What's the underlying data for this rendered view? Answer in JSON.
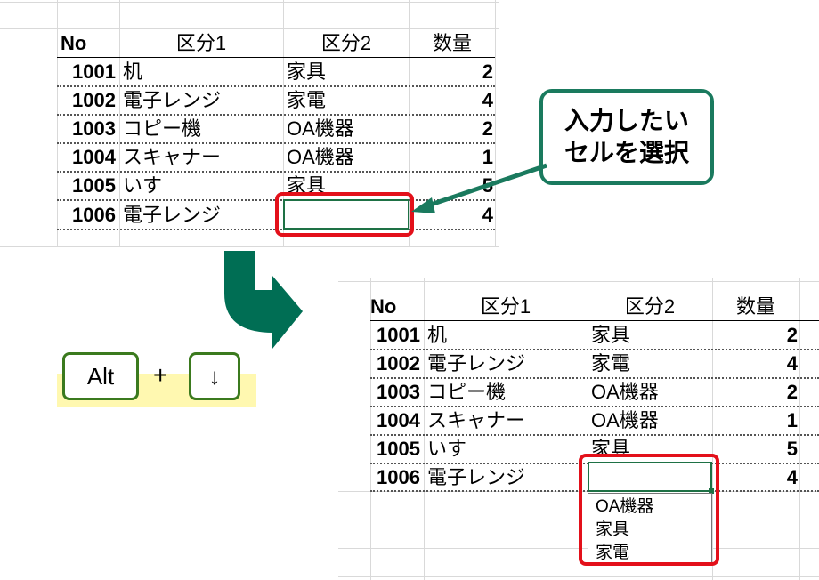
{
  "headers": {
    "no": "No",
    "cat1": "区分1",
    "cat2": "区分2",
    "qty": "数量"
  },
  "rows": [
    {
      "no": "1001",
      "cat1": "机",
      "cat2": "家具",
      "qty": "2"
    },
    {
      "no": "1002",
      "cat1": "電子レンジ",
      "cat2": "家電",
      "qty": "4"
    },
    {
      "no": "1003",
      "cat1": "コピー機",
      "cat2": "OA機器",
      "qty": "2"
    },
    {
      "no": "1004",
      "cat1": "スキャナー",
      "cat2": "OA機器",
      "qty": "1"
    },
    {
      "no": "1005",
      "cat1": "いす",
      "cat2": "家具",
      "qty": "5"
    },
    {
      "no": "1006",
      "cat1": "電子レンジ",
      "cat2": "",
      "qty": "4"
    }
  ],
  "callout": {
    "line1": "入力したい",
    "line2": "セルを選択"
  },
  "keys": {
    "alt": "Alt",
    "plus": "+",
    "down": "↓"
  },
  "dropdown": {
    "options": [
      "OA機器",
      "家具",
      "家電"
    ]
  },
  "colors": {
    "accent_green": "#1a7a5e",
    "highlight_red": "#e3101a",
    "key_bg": "#fff8b0"
  }
}
